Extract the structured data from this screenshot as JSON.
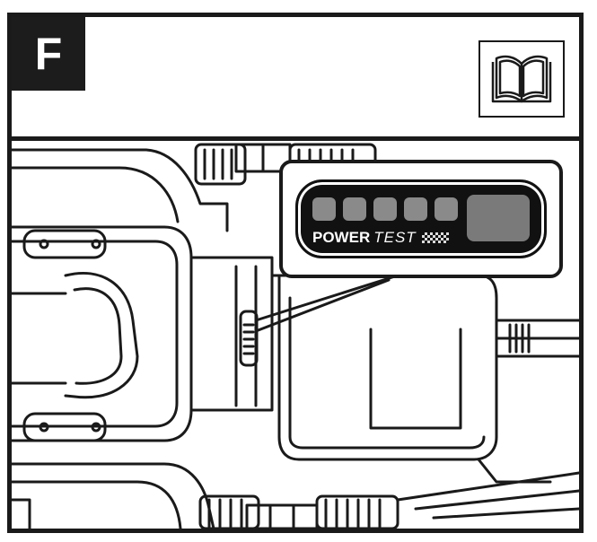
{
  "step": {
    "letter": "F"
  },
  "manual_icon": {
    "icon": "open-book-icon"
  },
  "battery_panel": {
    "brand_word_1": "POWER",
    "brand_word_2": "TEST",
    "led_count": 5,
    "led_color": "#8a8a8a",
    "button_color": "#7a7a7a"
  }
}
